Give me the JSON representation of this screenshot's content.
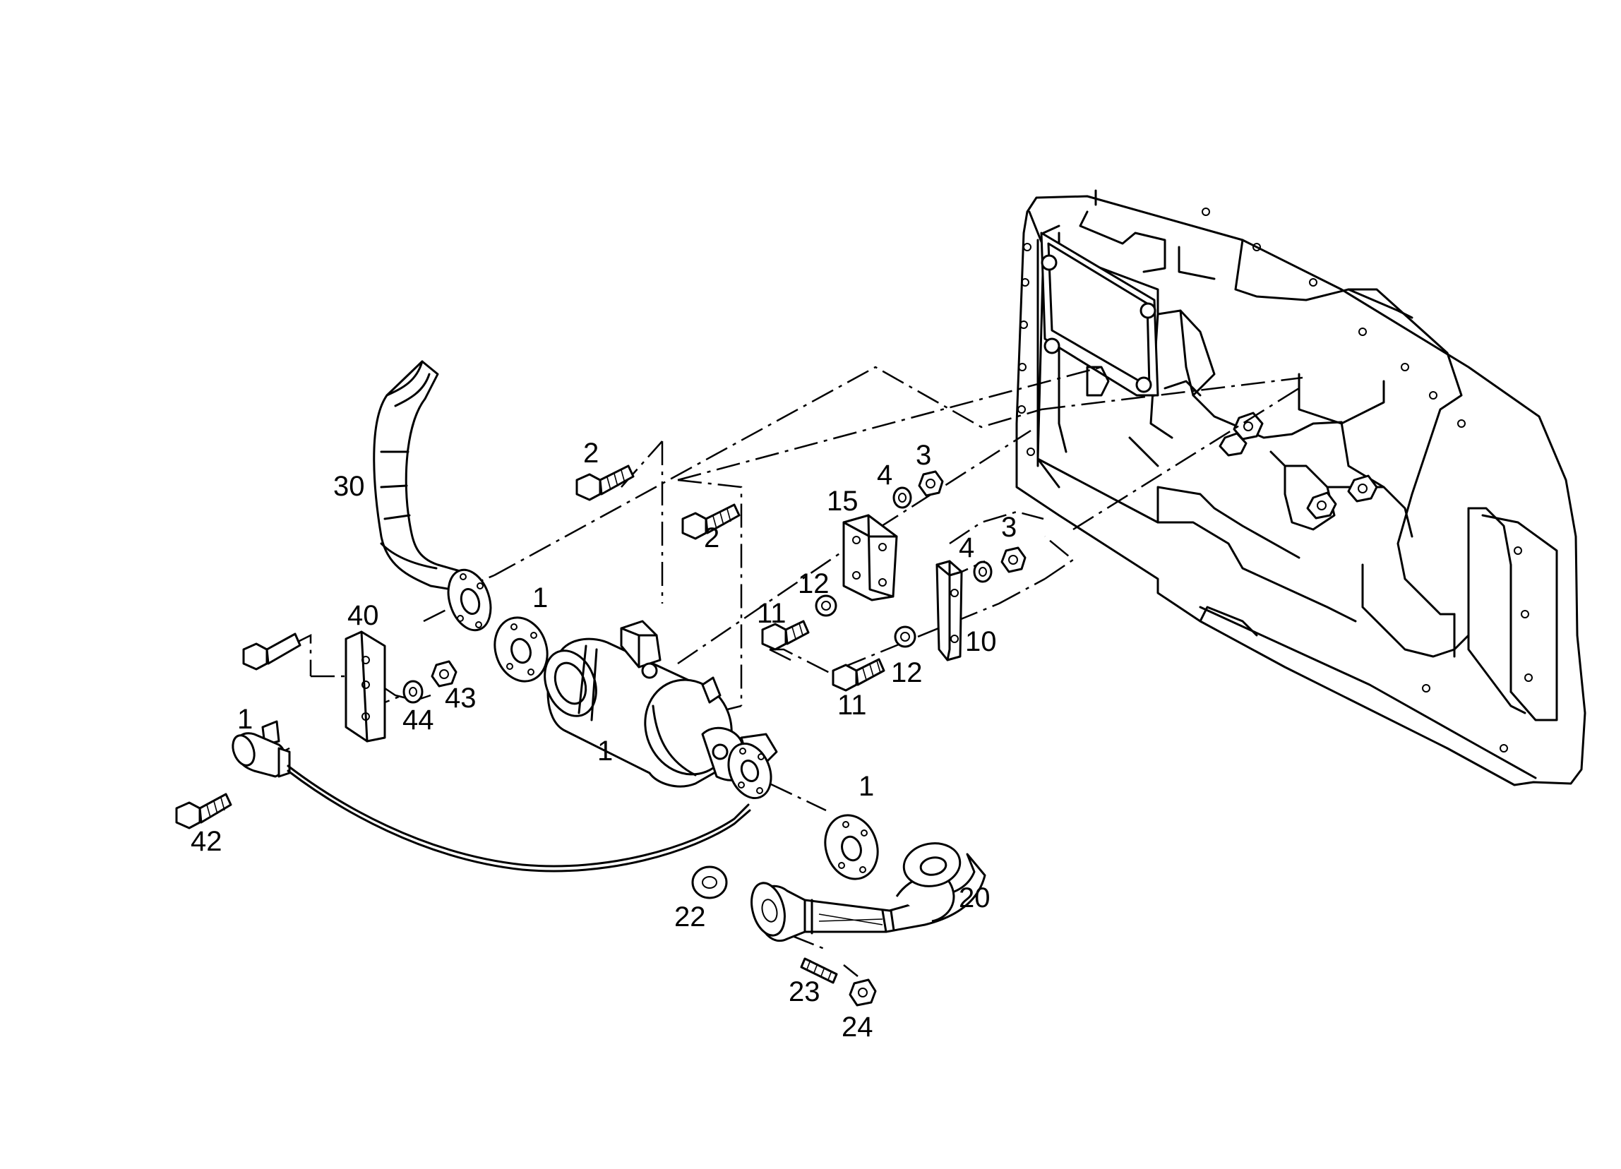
{
  "callouts": {
    "c1a": "1",
    "c1b": "1",
    "c1c": "1",
    "c1d": "1",
    "c2a": "2",
    "c2b": "2",
    "c3a": "3",
    "c3b": "3",
    "c4a": "4",
    "c4b": "4",
    "c10": "10",
    "c11a": "11",
    "c11b": "11",
    "c12a": "12",
    "c12b": "12",
    "c15": "15",
    "c20": "20",
    "c22": "22",
    "c23": "23",
    "c24": "24",
    "c30": "30",
    "c40": "40",
    "c42": "42",
    "c43": "43",
    "c44": "44"
  }
}
